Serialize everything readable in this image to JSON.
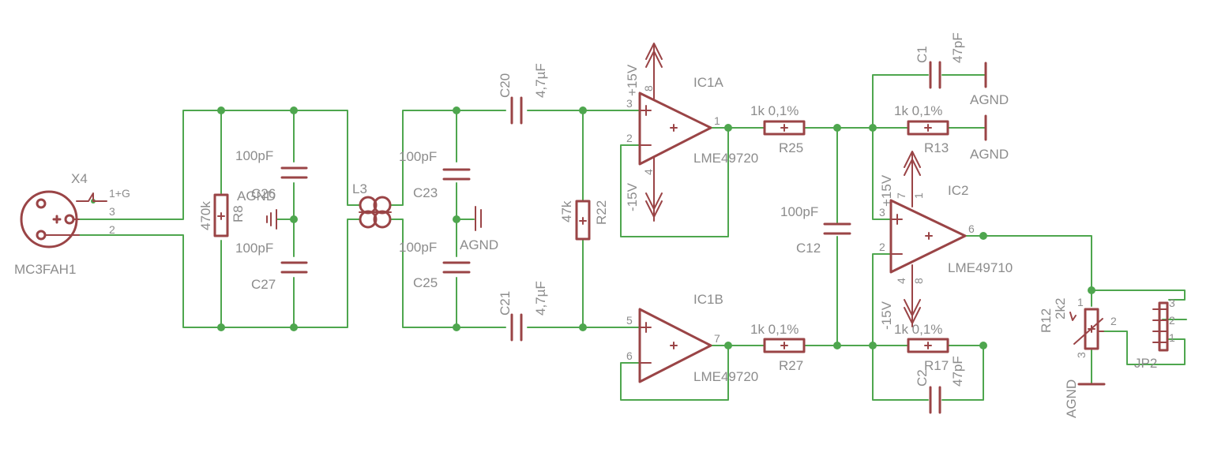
{
  "x4": {
    "ref": "X4",
    "pin1": "1+G",
    "pin3": "3",
    "pin2": "2",
    "model": "MC3FAH1"
  },
  "r8": {
    "ref": "R8",
    "value": "470k"
  },
  "c26": {
    "ref": "C26",
    "value": "100pF",
    "gnd": "AGND"
  },
  "c27": {
    "ref": "C27",
    "value": "100pF"
  },
  "l3": {
    "ref": "L3"
  },
  "c23": {
    "ref": "C23",
    "value": "100pF"
  },
  "c25": {
    "ref": "C25",
    "value": "100pF"
  },
  "agnd_mid": "AGND",
  "c20": {
    "ref": "C20",
    "value": "4,7µF"
  },
  "c21": {
    "ref": "C21",
    "value": "4,7µF"
  },
  "r22": {
    "ref": "R22",
    "value": "47k"
  },
  "ic1a": {
    "ref": "IC1A",
    "model": "LME49720",
    "pin3": "3",
    "pin2": "2",
    "pin1": "1",
    "pin8": "8",
    "pin4": "4",
    "vpos": "+15V",
    "vneg": "-15V"
  },
  "ic1b": {
    "ref": "IC1B",
    "model": "LME49720",
    "pin5": "5",
    "pin6": "6",
    "pin7": "7"
  },
  "r25": {
    "ref": "R25",
    "value": "1k 0,1%"
  },
  "r27": {
    "ref": "R27",
    "value": "1k 0,1%"
  },
  "c12": {
    "ref": "C12",
    "value": "100pF"
  },
  "c1": {
    "ref": "C1",
    "value": "47pF",
    "gnd": "AGND"
  },
  "r13": {
    "ref": "R13",
    "value": "1k 0,1%",
    "gnd": "AGND"
  },
  "ic2": {
    "ref": "IC2",
    "model": "LME49710",
    "pin3": "3",
    "pin2": "2",
    "pin6": "6",
    "pin7": "7",
    "pin1": "1",
    "pin4": "4",
    "pin8": "8",
    "vpos": "+15V",
    "vneg": "-15V"
  },
  "r17": {
    "ref": "R17",
    "value": "1k 0,1%"
  },
  "c2": {
    "ref": "C2",
    "value": "47pF"
  },
  "r12": {
    "ref": "R12",
    "value": "2k2",
    "pin1": "1",
    "pin2": "2",
    "pin3": "3",
    "gnd": "AGND"
  },
  "jp2": {
    "ref": "JP2",
    "pin1": "1",
    "pin2": "2",
    "pin3": "3"
  }
}
